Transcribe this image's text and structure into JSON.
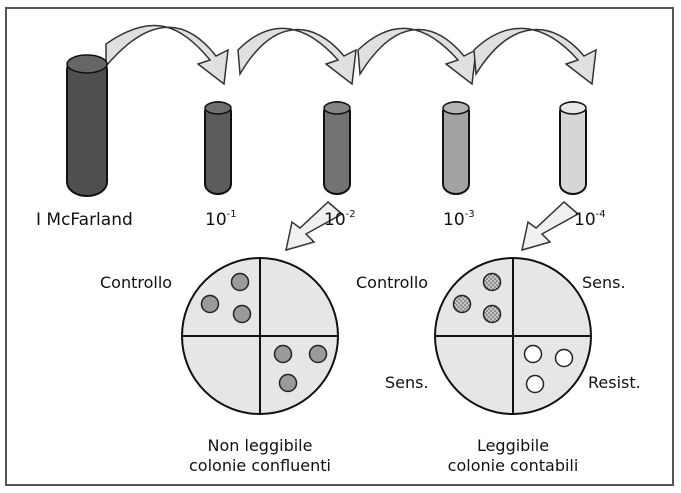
{
  "tubes": {
    "stock_label": "I McFarland",
    "dilution_base": "10",
    "dilutions": [
      {
        "exponent": "-1",
        "color": "#5c5c5c"
      },
      {
        "exponent": "-2",
        "color": "#737373"
      },
      {
        "exponent": "-3",
        "color": "#a3a3a3"
      },
      {
        "exponent": "-4",
        "color": "#d6d6d6"
      }
    ],
    "stock_color": "#4f4f4f"
  },
  "plates": [
    {
      "quadrant_labels": {
        "top_left": "Controllo",
        "top_right": "",
        "bottom_left": "",
        "bottom_right": ""
      },
      "caption_line1": "Non leggibile",
      "caption_line2": "colonie confluenti",
      "colony_style": "grey"
    },
    {
      "quadrant_labels": {
        "top_left": "Controllo",
        "top_right": "Sens.",
        "bottom_left": "Sens.",
        "bottom_right": "Resist."
      },
      "caption_line1": "Leggibile",
      "caption_line2": "colonie contabili",
      "colony_style": "dotted"
    }
  ],
  "colors": {
    "plate_fill": "#e6e6e6",
    "arrow_fill": "#e0e0e0",
    "colony_grey": "#9a9a9a",
    "colony_dotted": "#b0b0b0",
    "colony_white": "#ffffff"
  }
}
